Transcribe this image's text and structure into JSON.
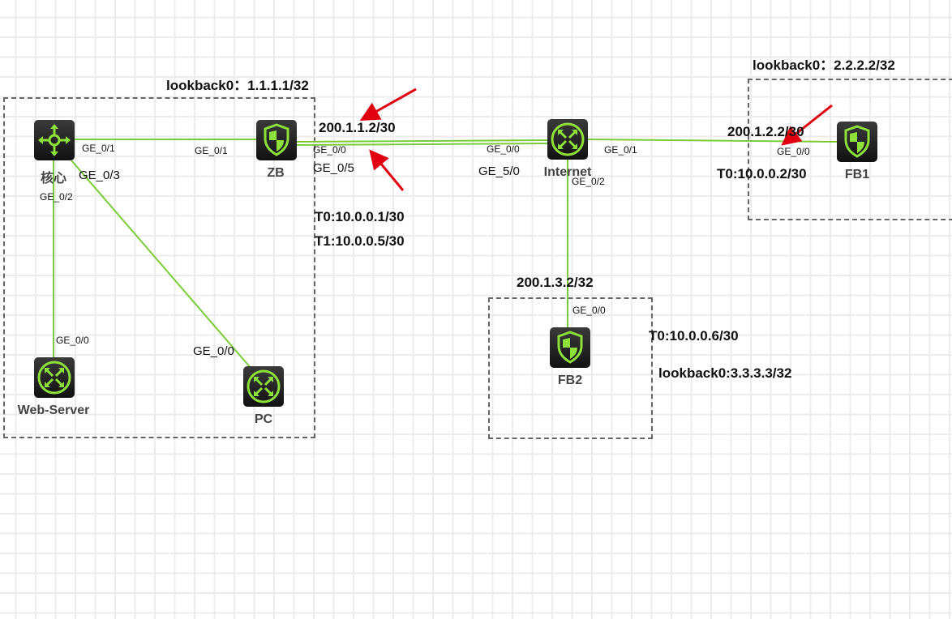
{
  "devices": {
    "core": {
      "label": "核心",
      "icon": "router-icon"
    },
    "zb": {
      "label": "ZB",
      "icon": "firewall-icon"
    },
    "internet": {
      "label": "Internet",
      "icon": "switch-icon"
    },
    "fb1": {
      "label": "FB1",
      "icon": "firewall-icon"
    },
    "fb2": {
      "label": "FB2",
      "icon": "firewall-icon"
    },
    "web": {
      "label": "Web-Server",
      "icon": "switch-icon"
    },
    "pc": {
      "label": "PC",
      "icon": "switch-icon"
    }
  },
  "annotations": {
    "zb_loopback": "lookback0：1.1.1.1/32",
    "zb_public": "200.1.1.2/30",
    "zb_t0": "T0:10.0.0.1/30",
    "zb_t1": "T1:10.0.0.5/30",
    "fb1_loopback": "lookback0：2.2.2.2/32",
    "fb1_public": "200.1.2.2/30",
    "fb1_t0": "T0:10.0.0.2/30",
    "fb2_public": "200.1.3.2/32",
    "fb2_t0": "T0:10.0.0.6/30",
    "fb2_loopback": "lookback0:3.3.3.3/32"
  },
  "ports": {
    "core_ge01": "GE_0/1",
    "zb_ge01": "GE_0/1",
    "core_ge03": "GE_0/3",
    "core_ge02": "GE_0/2",
    "zb_ge00": "GE_0/0",
    "zb_ge05": "GE_0/5",
    "inet_ge00": "GE_0/0",
    "inet_ge50": "GE_5/0",
    "inet_ge01": "GE_0/1",
    "inet_ge02": "GE_0/2",
    "fb1_ge00": "GE_0/0",
    "fb2_ge00": "GE_0/0",
    "web_ge00": "GE_0/0",
    "pc_ge00": "GE_0/0"
  },
  "colors": {
    "link": "#7acc3a",
    "arrow": "#e0000f",
    "icon": "#8ee03a"
  }
}
